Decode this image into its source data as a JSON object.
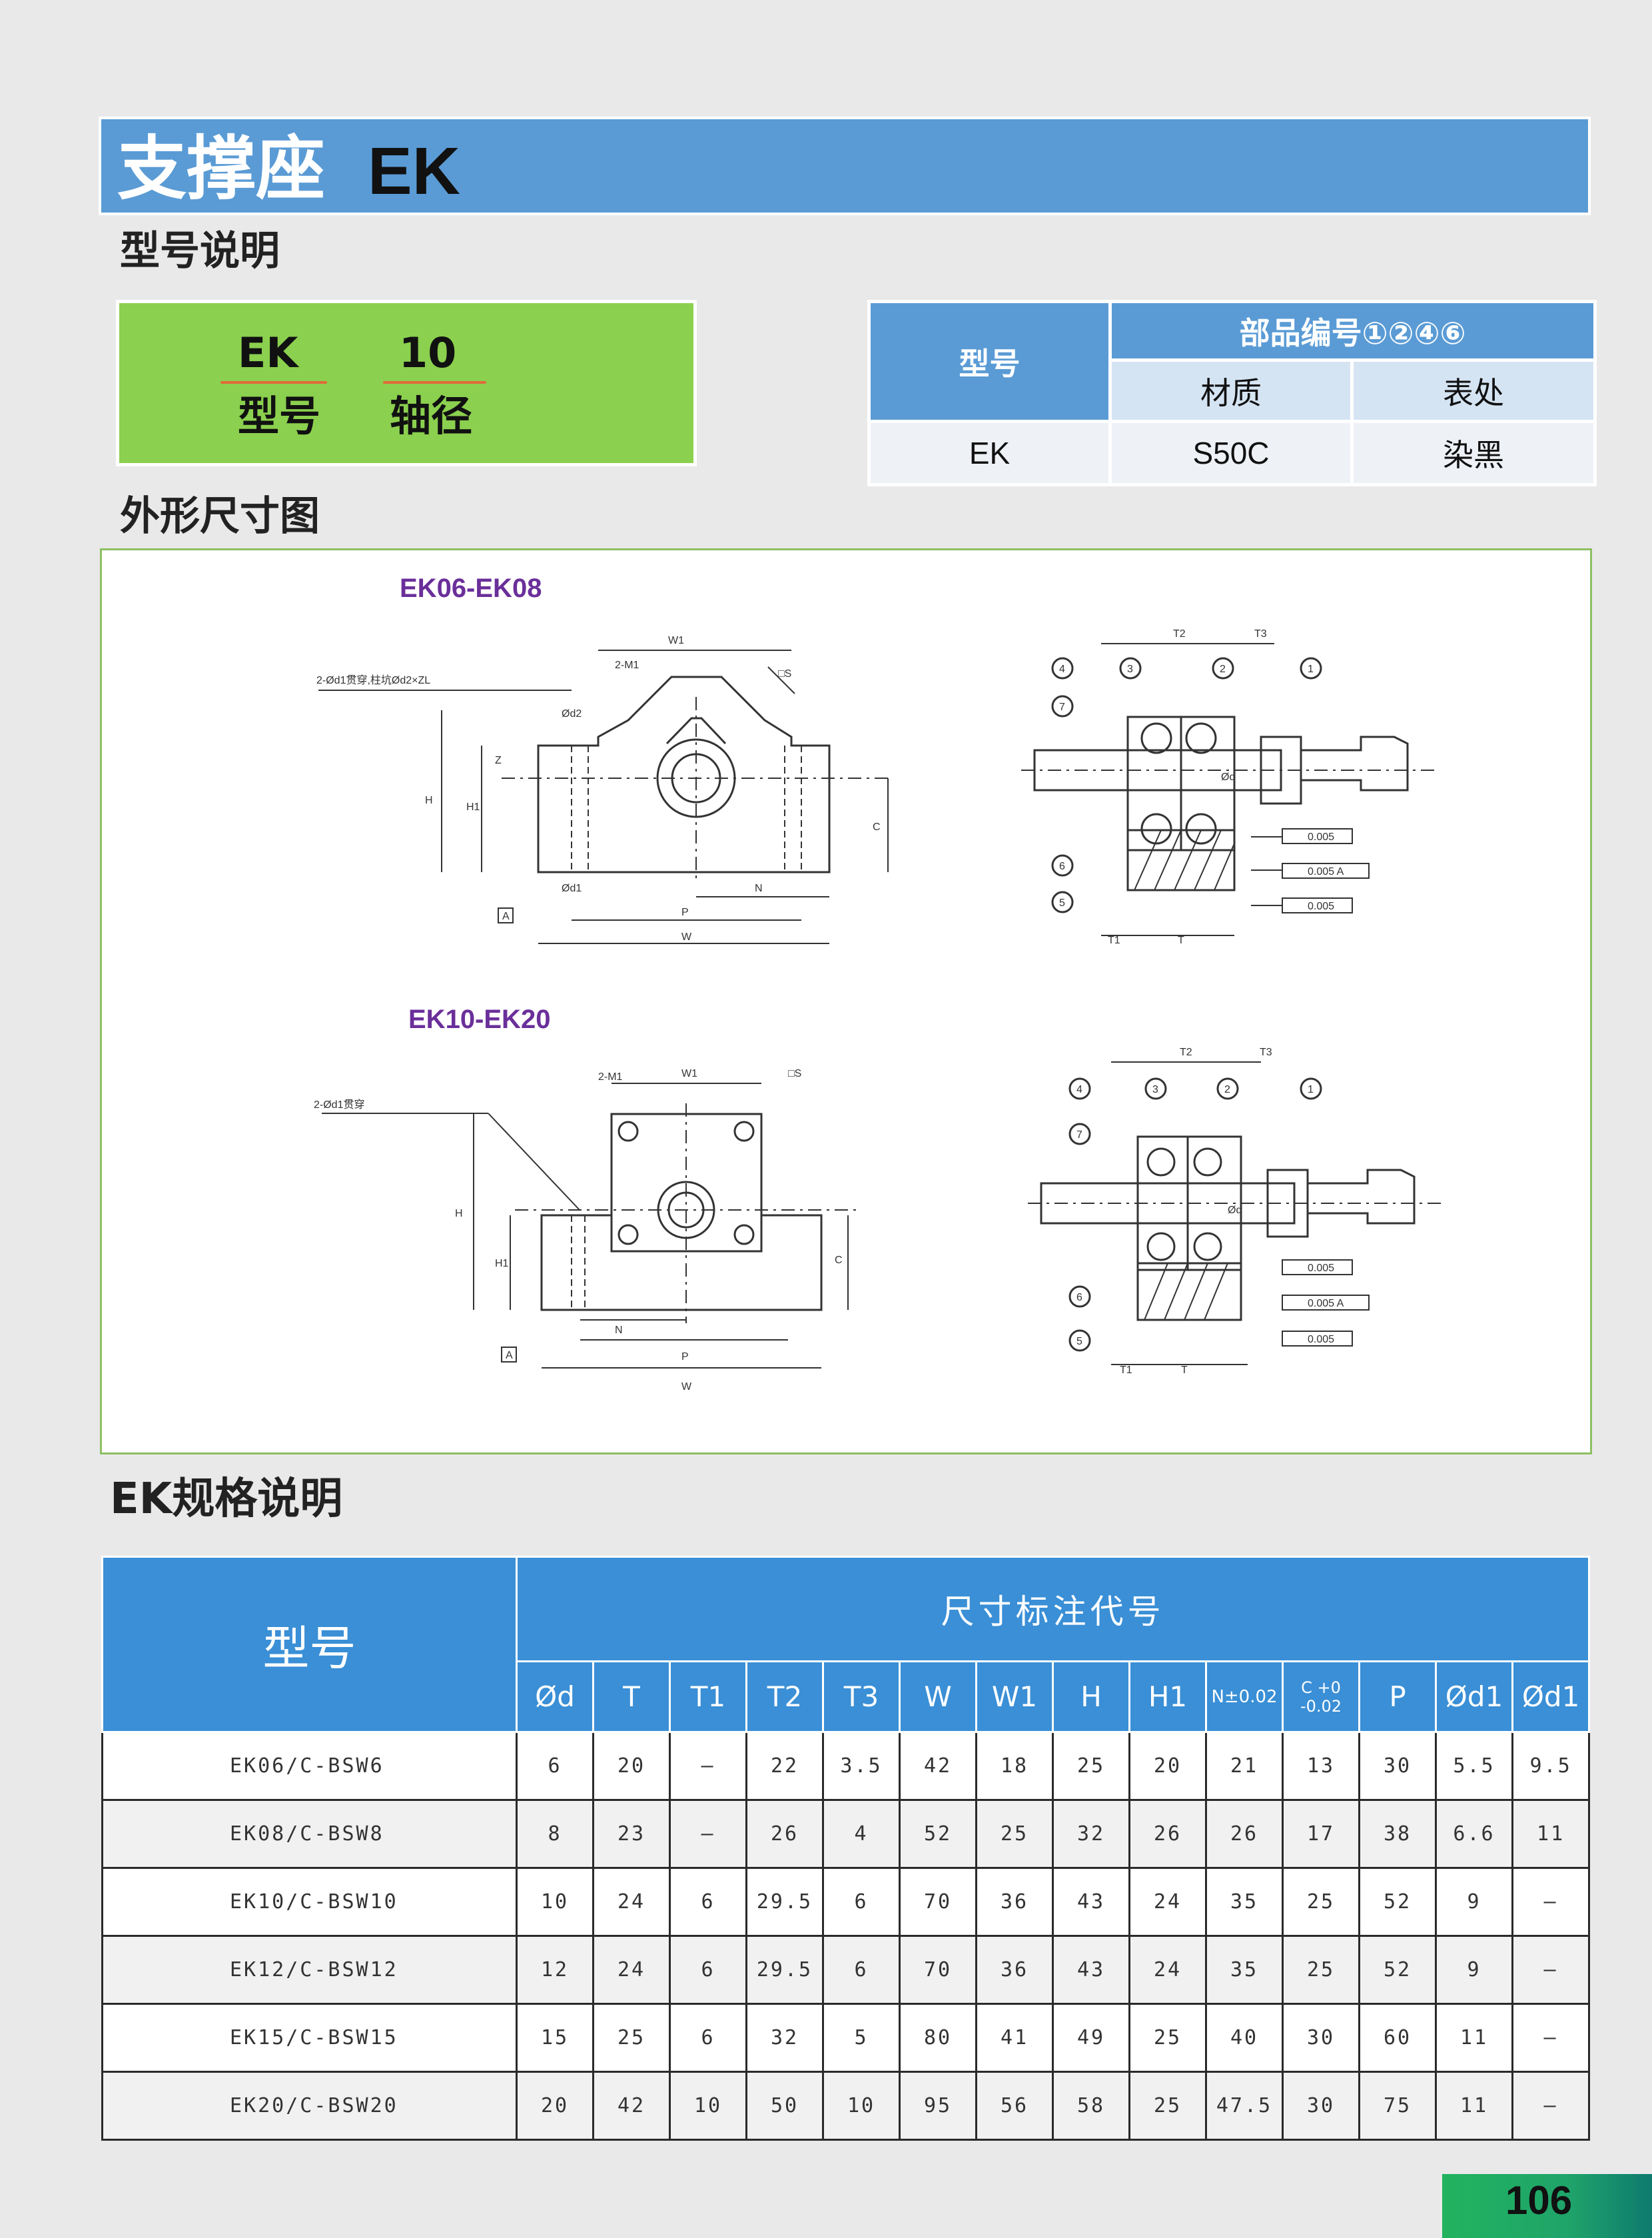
{
  "header": {
    "title_zh": "支撑座",
    "title_en": "EK"
  },
  "model_section": {
    "heading": "型号说明",
    "code_prefix": "EK",
    "code_num": "10",
    "label_prefix": "型号",
    "label_num": "轴径"
  },
  "part_table": {
    "col_model": "型号",
    "group_header": "部品编号①②④⑥",
    "col_material": "材质",
    "col_surface": "表处",
    "row": {
      "model": "EK",
      "material": "S50C",
      "surface": "染黑"
    }
  },
  "dimension_section": {
    "heading": "外形尺寸图",
    "drawing1_title": "EK06-EK08",
    "drawing2_title": "EK10-EK20"
  },
  "spec_section": {
    "heading": "EK规格说明",
    "col_model": "型号",
    "group_header": "尺寸标注代号",
    "columns": [
      "Ød",
      "T",
      "T1",
      "T2",
      "T3",
      "W",
      "W1",
      "H",
      "H1",
      "N±0.02",
      "C +0 -0.02",
      "P",
      "Ød1",
      "Ød1"
    ],
    "rows": [
      [
        "EK06/C-BSW6",
        "6",
        "20",
        "—",
        "22",
        "3.5",
        "42",
        "18",
        "25",
        "20",
        "21",
        "13",
        "30",
        "5.5",
        "9.5"
      ],
      [
        "EK08/C-BSW8",
        "8",
        "23",
        "—",
        "26",
        "4",
        "52",
        "25",
        "32",
        "26",
        "26",
        "17",
        "38",
        "6.6",
        "11"
      ],
      [
        "EK10/C-BSW10",
        "10",
        "24",
        "6",
        "29.5",
        "6",
        "70",
        "36",
        "43",
        "24",
        "35",
        "25",
        "52",
        "9",
        "—"
      ],
      [
        "EK12/C-BSW12",
        "12",
        "24",
        "6",
        "29.5",
        "6",
        "70",
        "36",
        "43",
        "24",
        "35",
        "25",
        "52",
        "9",
        "—"
      ],
      [
        "EK15/C-BSW15",
        "15",
        "25",
        "6",
        "32",
        "5",
        "80",
        "41",
        "49",
        "25",
        "40",
        "30",
        "60",
        "11",
        "—"
      ],
      [
        "EK20/C-BSW20",
        "20",
        "42",
        "10",
        "50",
        "10",
        "95",
        "56",
        "58",
        "25",
        "47.5",
        "30",
        "75",
        "11",
        "—"
      ]
    ]
  },
  "page_number": "106"
}
